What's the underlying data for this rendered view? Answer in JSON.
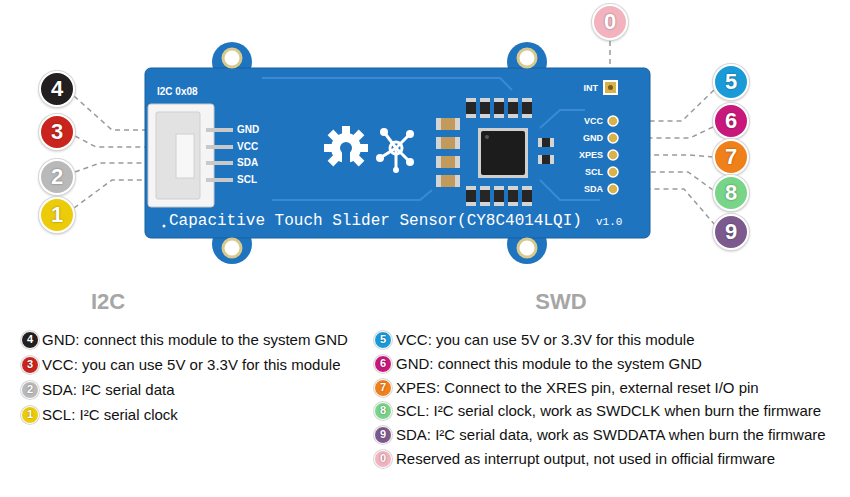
{
  "diagram": {
    "nodes": [
      {
        "text": [
          "4"
        ]
      },
      {
        "text": [
          "3"
        ]
      },
      {
        "text": [
          "2"
        ]
      },
      {
        "text": [
          "1"
        ]
      },
      {
        "text": [
          "0"
        ]
      },
      {
        "text": [
          "5"
        ]
      },
      {
        "text": [
          "6"
        ]
      },
      {
        "text": [
          "7"
        ]
      },
      {
        "text": [
          "8"
        ]
      },
      {
        "text": [
          "9"
        ]
      },
      {
        "text": [
          "4"
        ]
      },
      {
        "text": [
          "3"
        ]
      },
      {
        "text": [
          "2"
        ]
      },
      {
        "text": [
          "1"
        ]
      },
      {
        "text": [
          "5"
        ]
      },
      {
        "text": [
          "6"
        ]
      },
      {
        "text": [
          "7"
        ]
      },
      {
        "text": [
          "8"
        ]
      },
      {
        "text": [
          "9"
        ]
      },
      {
        "text": [
          "0"
        ]
      }
    ],
    "labels": [
      "I2C 0x08",
      "GND",
      "VCC",
      "SDA",
      "SCL",
      "INT",
      "VCC",
      "GND",
      "XPES",
      "SCL",
      "SDA",
      "Capacitive Touch Slider Sensor(CY8C4014LQI)",
      "v1.0",
      "I2C",
      "SWD",
      "GND: connect this module to the system GND",
      "VCC: you can use 5V or 3.3V for this module",
      "SDA: I²C serial data",
      "SCL: I²C serial clock",
      "VCC: you can use 5V or 3.3V for this module",
      "GND: connect this module to the system GND",
      "XPES: Connect to the XRES pin, external reset I/O pin",
      "SCL: I²C serial clock, work as SWDCLK when burn the firmware",
      "SDA: I²C serial data, work as SWDDATA when burn the firmware",
      "Reserved as interrupt output, not used in official firmware"
    ]
  }
}
